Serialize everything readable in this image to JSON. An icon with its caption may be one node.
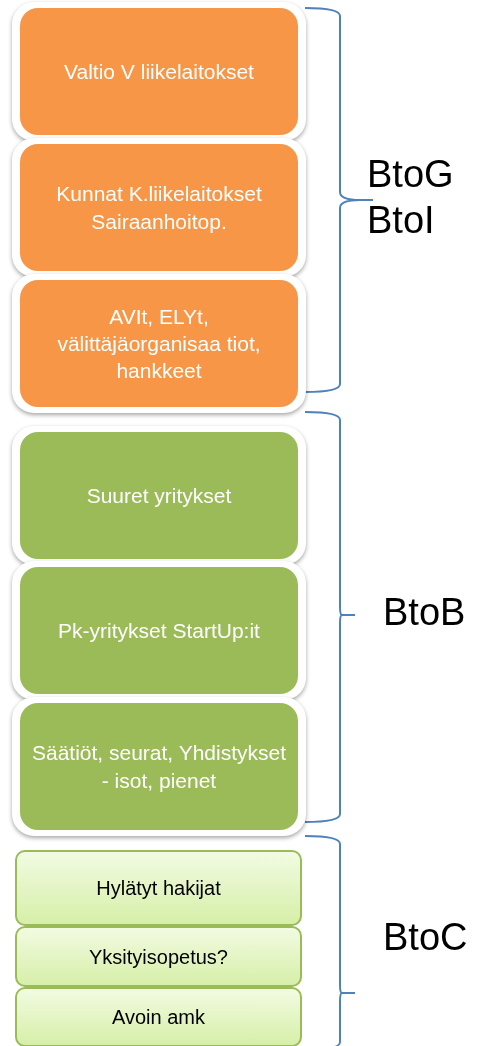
{
  "diagram": {
    "nodes": [
      {
        "text": [
          "Valtio V liikelaitokset"
        ]
      },
      {
        "text": [
          "Kunnat K.liikelaitokset Sairaanhoitop."
        ]
      },
      {
        "text": [
          "AVIt, ELYt, välittäjäorganisaa tiot, hankkeet"
        ]
      },
      {
        "text": [
          "Suuret yritykset"
        ]
      },
      {
        "text": [
          "Pk-yritykset StartUp:it"
        ]
      },
      {
        "text": [
          "Säätiöt, seurat, Yhdistykset - isot, pienet"
        ]
      },
      {
        "text": [
          "Hylätyt hakijat"
        ]
      },
      {
        "text": [
          "Yksityisopetus?"
        ]
      },
      {
        "text": [
          "Avoin amk"
        ]
      }
    ],
    "labels": [
      "BtoG BtoI",
      "BtoB",
      "BtoC"
    ]
  }
}
